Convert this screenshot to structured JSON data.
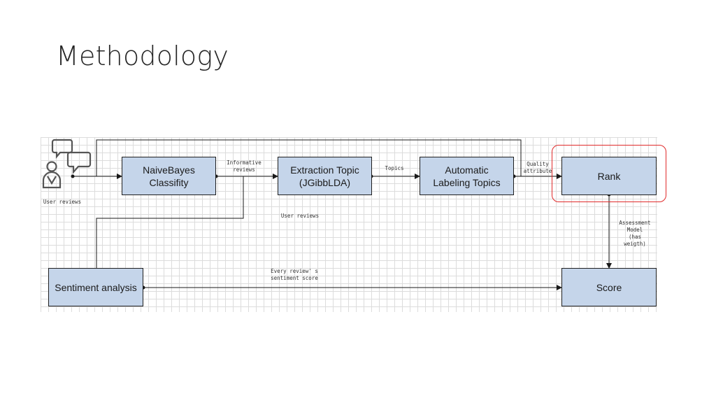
{
  "slide": {
    "title": "Methodology"
  },
  "diagram": {
    "nodes": {
      "naivebayes": "NaiveBayes\nClassifity",
      "extraction": "Extraction Topic\n(JGibbLDA)",
      "labeling": "Automatic\nLabeling Topics",
      "rank": "Rank",
      "sentiment": "Sentiment analysis",
      "score": "Score"
    },
    "labels": {
      "user_reviews_left": "User reviews",
      "informative_reviews": "Informative\nreviews",
      "topics": "Topics",
      "quality_attribute": "Quality\nattribute",
      "user_reviews_mid": "User reviews",
      "assessment_model": "Assessment\nModel\n(has\nweigth)",
      "sentiment_score": "Every review' s\nsentiment score"
    },
    "colors": {
      "box_fill": "#c5d5ea",
      "highlight": "#e02b2b"
    },
    "icons": {
      "user": "user-speech-bubbles-icon"
    }
  }
}
